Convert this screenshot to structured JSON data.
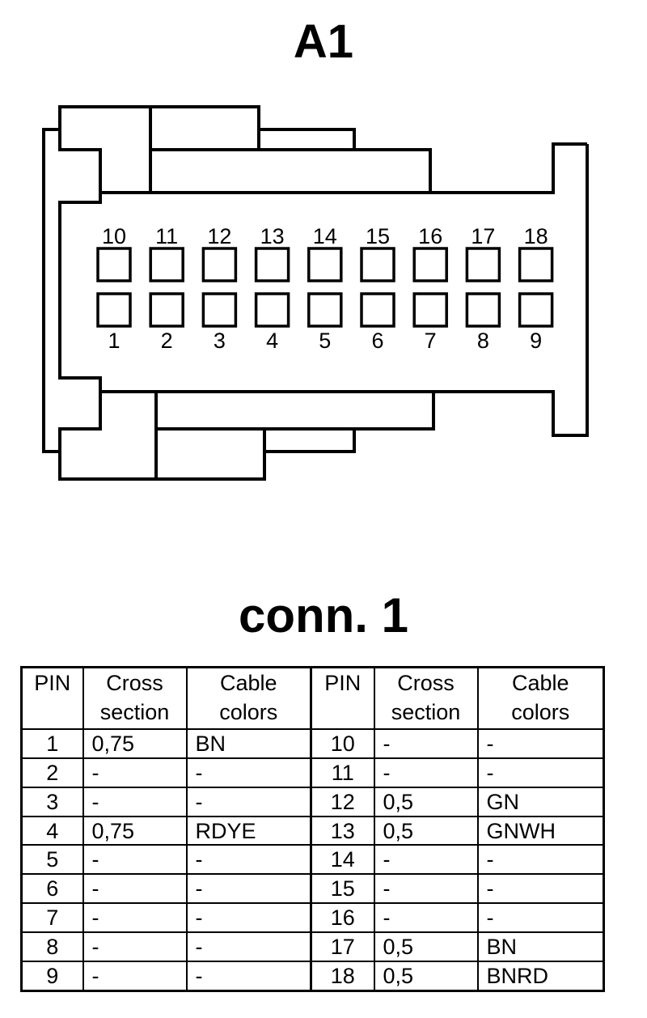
{
  "connector": {
    "title": "A1",
    "pins_top": [
      "10",
      "11",
      "12",
      "13",
      "14",
      "15",
      "16",
      "17",
      "18"
    ],
    "pins_bottom": [
      "1",
      "2",
      "3",
      "4",
      "5",
      "6",
      "7",
      "8",
      "9"
    ]
  },
  "table_title": "conn. 1",
  "headers": {
    "pin": "PIN",
    "cross_l1": "Cross",
    "cross_l2": "section",
    "colors_l1": "Cable",
    "colors_l2": "colors"
  },
  "left_rows": [
    {
      "pin": "1",
      "cross": "0,75",
      "color": "BN"
    },
    {
      "pin": "2",
      "cross": "-",
      "color": "-"
    },
    {
      "pin": "3",
      "cross": "-",
      "color": "-"
    },
    {
      "pin": "4",
      "cross": "0,75",
      "color": "RDYE"
    },
    {
      "pin": "5",
      "cross": "-",
      "color": "-"
    },
    {
      "pin": "6",
      "cross": "-",
      "color": "-"
    },
    {
      "pin": "7",
      "cross": "-",
      "color": "-"
    },
    {
      "pin": "8",
      "cross": "-",
      "color": "-"
    },
    {
      "pin": "9",
      "cross": "-",
      "color": "-"
    }
  ],
  "right_rows": [
    {
      "pin": "10",
      "cross": "-",
      "color": "-"
    },
    {
      "pin": "11",
      "cross": "-",
      "color": "-"
    },
    {
      "pin": "12",
      "cross": "0,5",
      "color": "GN"
    },
    {
      "pin": "13",
      "cross": "0,5",
      "color": "GNWH"
    },
    {
      "pin": "14",
      "cross": "-",
      "color": "-"
    },
    {
      "pin": "15",
      "cross": "-",
      "color": "-"
    },
    {
      "pin": "16",
      "cross": "-",
      "color": "-"
    },
    {
      "pin": "17",
      "cross": "0,5",
      "color": "BN"
    },
    {
      "pin": "18",
      "cross": "0,5",
      "color": "BNRD"
    }
  ]
}
